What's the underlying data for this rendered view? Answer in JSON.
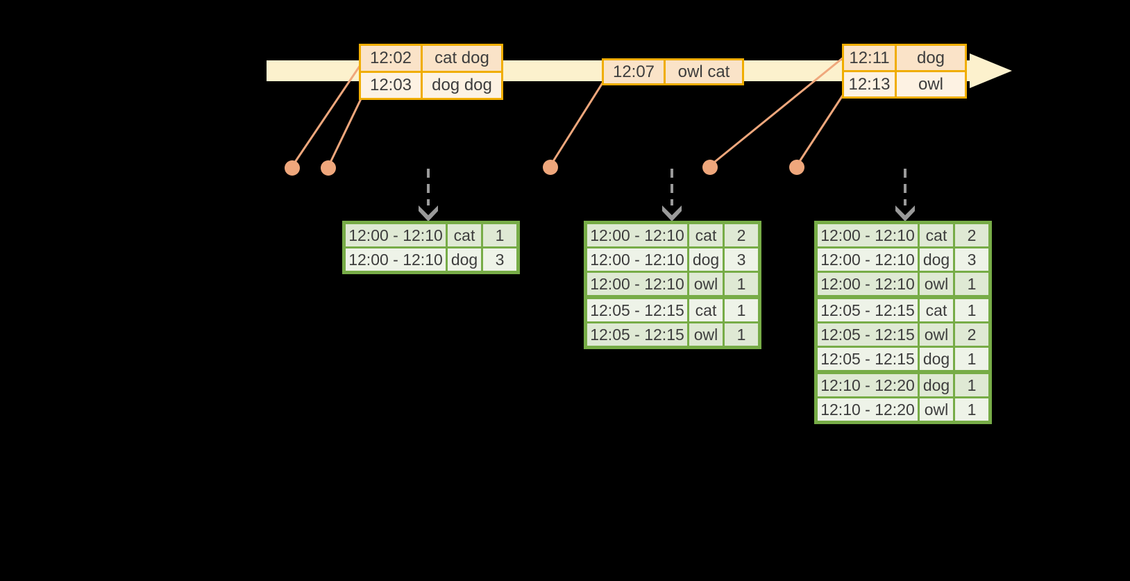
{
  "colors": {
    "background": "#000000",
    "timeline_fill": "#fcf1cd",
    "event_border": "#f0ad00",
    "event_row_dark": "#fae3c8",
    "event_row_light": "#fdf2e3",
    "marker": "#efa77c",
    "result_border": "#77ac47",
    "result_row_dark": "#dfe9d4",
    "result_row_light": "#eef3e8",
    "trigger_arrow": "#9a9a9a",
    "text": "#3d3d3d"
  },
  "timeline": {
    "events": [
      {
        "time": "12:02",
        "words": "cat dog"
      },
      {
        "time": "12:03",
        "words": "dog dog"
      },
      {
        "time": "12:07",
        "words": "owl cat"
      },
      {
        "time": "12:11",
        "words": "dog"
      },
      {
        "time": "12:13",
        "words": "owl"
      }
    ]
  },
  "result_tables": [
    {
      "rows": [
        {
          "window": "12:00 - 12:10",
          "word": "cat",
          "count": "1"
        },
        {
          "window": "12:00 - 12:10",
          "word": "dog",
          "count": "3"
        }
      ]
    },
    {
      "rows": [
        {
          "window": "12:00 - 12:10",
          "word": "cat",
          "count": "2"
        },
        {
          "window": "12:00 - 12:10",
          "word": "dog",
          "count": "3"
        },
        {
          "window": "12:00 - 12:10",
          "word": "owl",
          "count": "1"
        },
        {
          "window": "12:05 - 12:15",
          "word": "cat",
          "count": "1",
          "group_start": true
        },
        {
          "window": "12:05 - 12:15",
          "word": "owl",
          "count": "1"
        }
      ]
    },
    {
      "rows": [
        {
          "window": "12:00 - 12:10",
          "word": "cat",
          "count": "2"
        },
        {
          "window": "12:00 - 12:10",
          "word": "dog",
          "count": "3"
        },
        {
          "window": "12:00 - 12:10",
          "word": "owl",
          "count": "1"
        },
        {
          "window": "12:05 - 12:15",
          "word": "cat",
          "count": "1",
          "group_start": true
        },
        {
          "window": "12:05 - 12:15",
          "word": "owl",
          "count": "2"
        },
        {
          "window": "12:05 - 12:15",
          "word": "dog",
          "count": "1"
        },
        {
          "window": "12:10 - 12:20",
          "word": "dog",
          "count": "1",
          "group_start": true
        },
        {
          "window": "12:10 - 12:20",
          "word": "owl",
          "count": "1"
        }
      ]
    }
  ]
}
